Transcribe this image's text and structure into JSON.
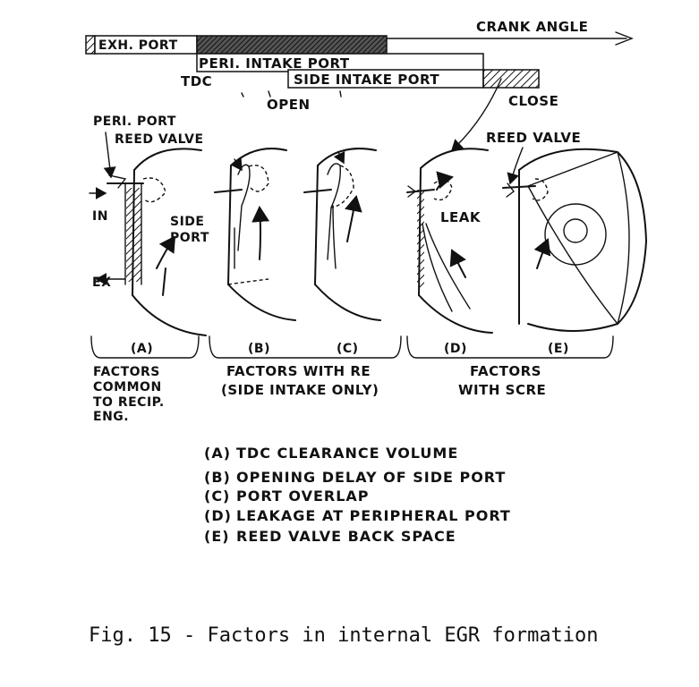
{
  "timing": {
    "crank_angle": "CRANK ANGLE",
    "exh_port": "EXH. PORT",
    "peri_intake_port": "PERI. INTAKE PORT",
    "tdc": "TDC",
    "side_intake_port": "SIDE INTAKE PORT",
    "open": "OPEN",
    "close": "CLOSE"
  },
  "callouts": {
    "peri_port": "PERI. PORT",
    "reed_valve_left": "REED VALVE",
    "reed_valve_right": "REED VALVE",
    "in": "IN",
    "ex": "EX",
    "side_port_1": "SIDE",
    "side_port_2": "PORT",
    "leak": "LEAK"
  },
  "panels": {
    "a": "(A)",
    "b": "(B)",
    "c": "(C)",
    "d": "(D)",
    "e": "(E)"
  },
  "groups": {
    "g1_line1": "FACTORS",
    "g1_line2": "COMMON",
    "g1_line3": "TO RECIP.",
    "g1_line4": "ENG.",
    "g2_line1": "FACTORS WITH RE",
    "g2_line2": "(SIDE INTAKE ONLY)",
    "g3_line1": "FACTORS",
    "g3_line2": "WITH SCRE"
  },
  "legend": [
    {
      "key": "(A)",
      "text": "TDC CLEARANCE VOLUME"
    },
    {
      "key": "(B)",
      "text": "OPENING DELAY OF SIDE PORT"
    },
    {
      "key": "(C)",
      "text": "PORT OVERLAP"
    },
    {
      "key": "(D)",
      "text": "LEAKAGE AT PERIPHERAL PORT"
    },
    {
      "key": "(E)",
      "text": "REED VALVE BACK SPACE"
    }
  ],
  "caption": "Fig. 15 - Factors in internal EGR formation"
}
